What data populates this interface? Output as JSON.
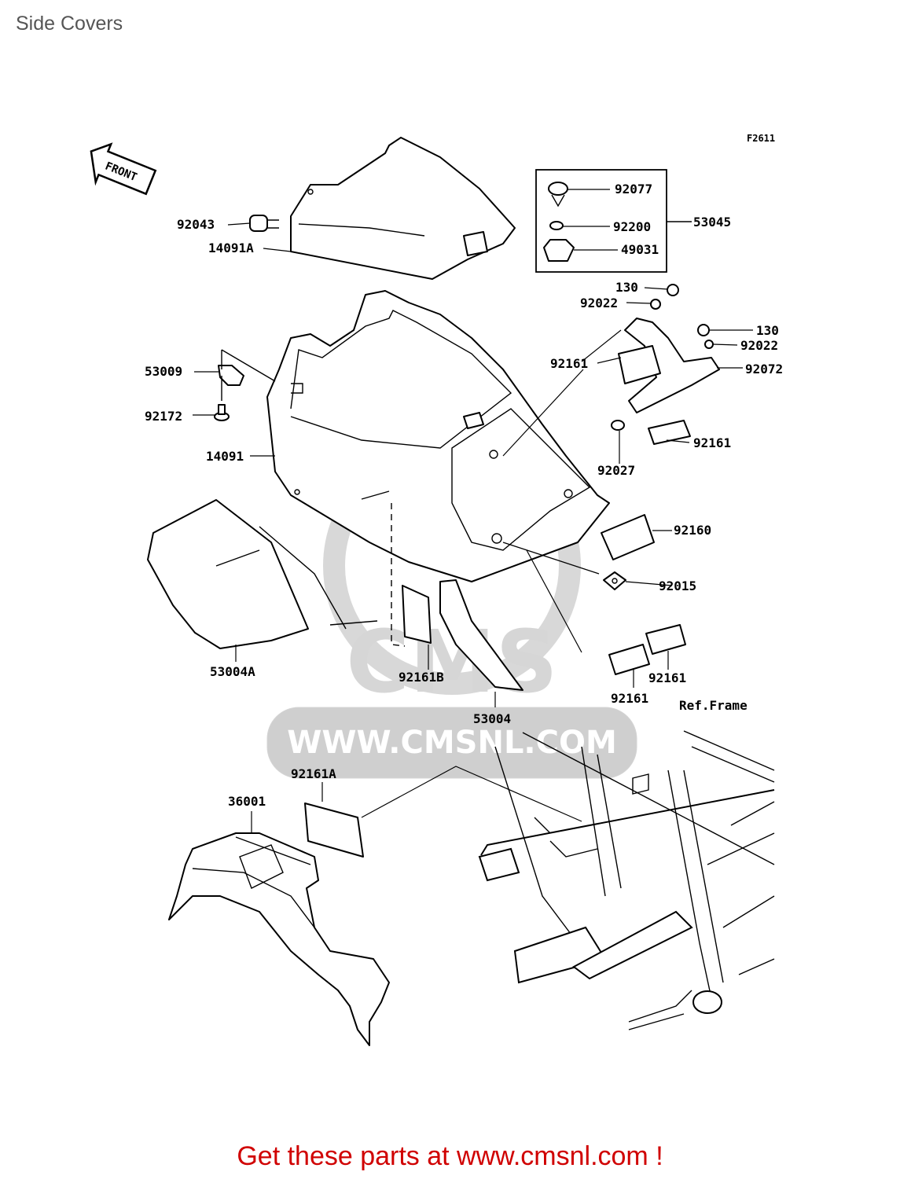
{
  "page": {
    "title": "Side Covers",
    "figure_code": "F2611",
    "front_marker": "FRONT",
    "watermark": "WWW.CMSNL.COM",
    "watermark_logo": "CMS",
    "footer_text": "Get these parts at www.cmsnl.com !"
  },
  "labels": {
    "p92043": "92043",
    "p14091A": "14091A",
    "p92077": "92077",
    "p92200": "92200",
    "p49031": "49031",
    "p53045": "53045",
    "p130a": "130",
    "p92022a": "92022",
    "p130b": "130",
    "p92022b": "92022",
    "p92072": "92072",
    "p92161a": "92161",
    "p53009": "53009",
    "p92172": "92172",
    "p14091": "14091",
    "p92161b": "92161",
    "p92027": "92027",
    "p92160": "92160",
    "p92015": "92015",
    "p53004A": "53004A",
    "p92161B": "92161B",
    "p53004": "53004",
    "p92161c": "92161",
    "p92161d": "92161",
    "pRefFrame": "Ref.Frame",
    "p92161A": "92161A",
    "p36001": "36001"
  },
  "colors": {
    "footer": "#d00000",
    "title": "#555555",
    "watermark": "#cfcfcf"
  }
}
